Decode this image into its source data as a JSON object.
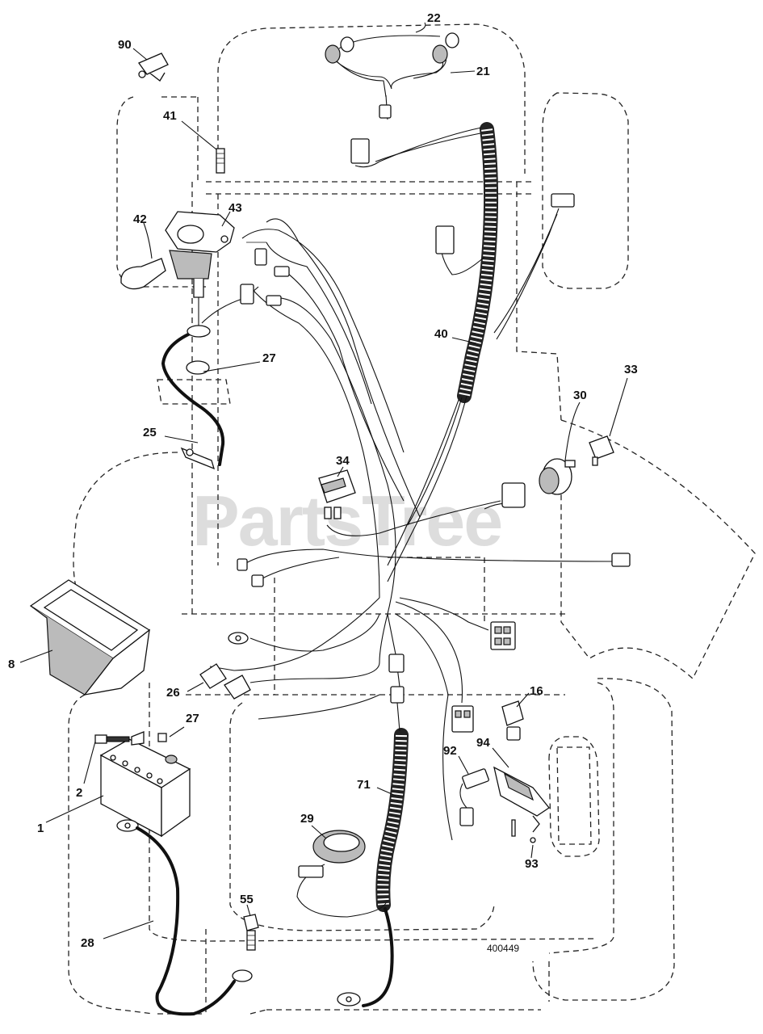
{
  "watermark": "PartsTree",
  "figure_number": "400449",
  "callouts": {
    "c1": "1",
    "c2": "2",
    "c8": "8",
    "c16": "16",
    "c21": "21",
    "c22": "22",
    "c25": "25",
    "c26": "26",
    "c27a": "27",
    "c27b": "27",
    "c28": "28",
    "c29": "29",
    "c30": "30",
    "c33": "33",
    "c34": "34",
    "c40": "40",
    "c41": "41",
    "c42": "42",
    "c43": "43",
    "c55": "55",
    "c71": "71",
    "c90": "90",
    "c92": "92",
    "c93": "93",
    "c94": "94"
  }
}
